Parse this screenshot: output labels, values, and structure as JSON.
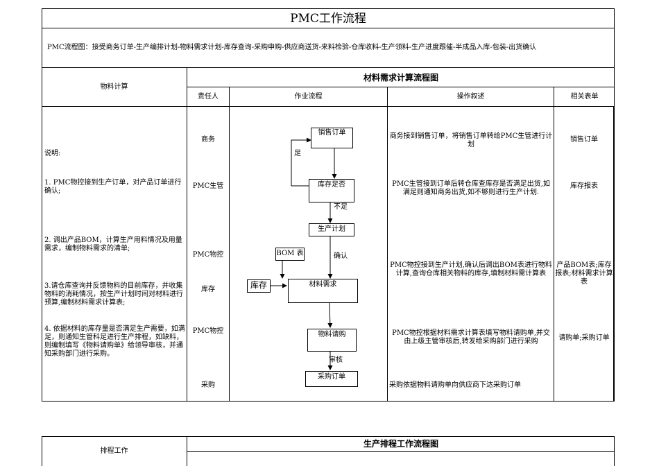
{
  "title": "PMC工作流程",
  "process_line": "PMC流程图：接受商务订单-生产编排计划-物料需求计划-库存查询-采购申购-供应商送货-来料检验-仓库收料-生产领料-生产进度跟催-半成品入库-包装-出货确认",
  "section1": {
    "left_header": "物料计算",
    "heading": "材料需求计算流程图",
    "col_responsible": "责任人",
    "col_flow": "作业流程",
    "col_desc": "操作叙述",
    "col_forms": "相关表单",
    "notes_title": "说明:",
    "notes": [
      "1. PMC物控接到生产订单，对产品订单进行确认;",
      "2. 调出产品BOM，计算生产用料情况及用量需求，编制物料需求的清单;",
      "3.请仓库查询并反馈物料的目前库存，并收集物料的消耗情况，按生产计划时间对材料进行预算,编制材料需求计算表;",
      "4. 依据材料的库存量是否满足生产需要，如满足，则通知生管科足进行生产排程，如缺料，则编制填写《物料请购单》给领导审核，并通知采购部门进行采购。"
    ],
    "rows": [
      {
        "responsible": "商务",
        "desc": "商务接到销售订单，将销售订单转给PMC生管进行计划",
        "forms": "销售订单"
      },
      {
        "responsible": "PMC生管",
        "desc": "PMC生管接到订单后转仓库查库存是否满足出货,如满足则通知商务出货,如不够则进行生产计划.",
        "forms": "库存报表"
      },
      {
        "responsible": "PMC物控",
        "desc": "PMC物控接到生产计划,确认后调出BOM表进行物料计算,查询仓库相关物料的库存,填制材料需计算表",
        "forms": "产品BOM表;库存报表;材料需求计算表"
      },
      {
        "responsible": "库存",
        "desc": "",
        "forms": ""
      },
      {
        "responsible": "PMC物控",
        "desc": "PMC物控根据材料需求计算表填写物料请购单,并交由上级主管审核后,转发给采购部门进行采购",
        "forms": "请购单;采购订单"
      },
      {
        "responsible": "采购",
        "desc": "采购依据物料请购单向供应商下达采购订单",
        "forms": ""
      }
    ],
    "flow": {
      "sales_order": "销售订单",
      "stock_ok": "库存足否",
      "yes": "足",
      "no": "不足",
      "prod_plan": "生产计划",
      "bom": "BOM 表",
      "confirm": "确认",
      "inventory": "库存",
      "mat_req": "材料需求",
      "mat_request": "物料请购",
      "review": "审核",
      "purchase_order": "采购订单"
    }
  },
  "section2": {
    "heading": "生产排程工作流程图",
    "left_header": "排程工作"
  }
}
